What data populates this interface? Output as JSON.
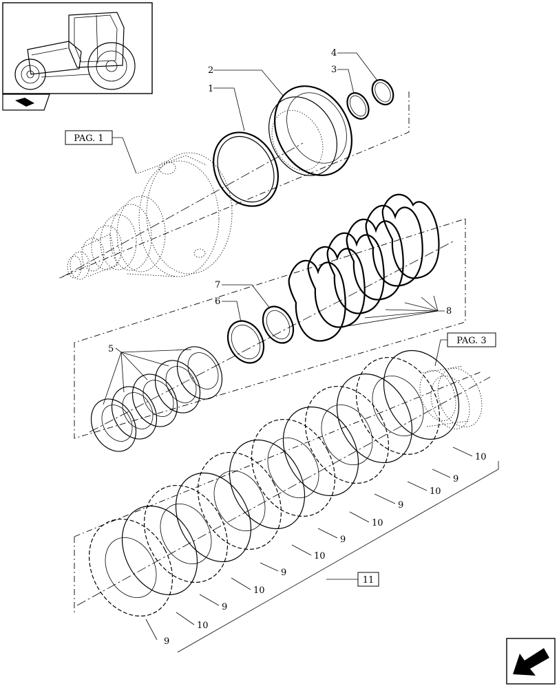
{
  "references": {
    "pag_1": "PAG. 1",
    "pag_3": "PAG. 3",
    "group_11": "11"
  },
  "callouts": {
    "c1": "1",
    "c2": "2",
    "c3": "3",
    "c4": "4",
    "c5": "5",
    "c6": "6",
    "c7": "7",
    "c8": "8",
    "c9": "9",
    "c10": "10"
  }
}
